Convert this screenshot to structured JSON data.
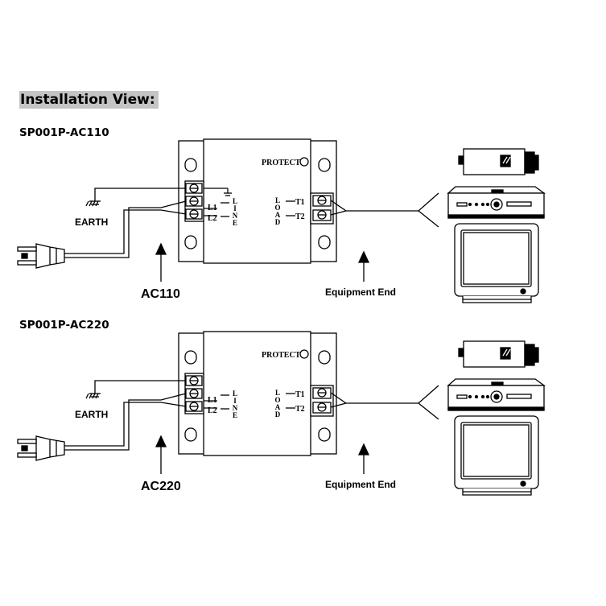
{
  "header": {
    "title": "Installation View:"
  },
  "diagrams": [
    {
      "model": "SP001P-AC110",
      "protect_label": "PROTECT",
      "line_label": [
        "L",
        "I",
        "N",
        "E"
      ],
      "load_label": [
        "L",
        "O",
        "A",
        "D"
      ],
      "terminals_in": [
        "L1",
        "L2"
      ],
      "terminals_out": [
        "T1",
        "T2"
      ],
      "earth_label": "EARTH",
      "supply_label": "AC110",
      "equipment_label": "Equipment End"
    },
    {
      "model": "SP001P-AC220",
      "protect_label": "PROTECT",
      "line_label": [
        "L",
        "I",
        "N",
        "E"
      ],
      "load_label": [
        "L",
        "O",
        "A",
        "D"
      ],
      "terminals_in": [
        "L1",
        "L2"
      ],
      "terminals_out": [
        "T1",
        "T2"
      ],
      "earth_label": "EARTH",
      "supply_label": "AC220",
      "equipment_label": "Equipment End"
    }
  ]
}
